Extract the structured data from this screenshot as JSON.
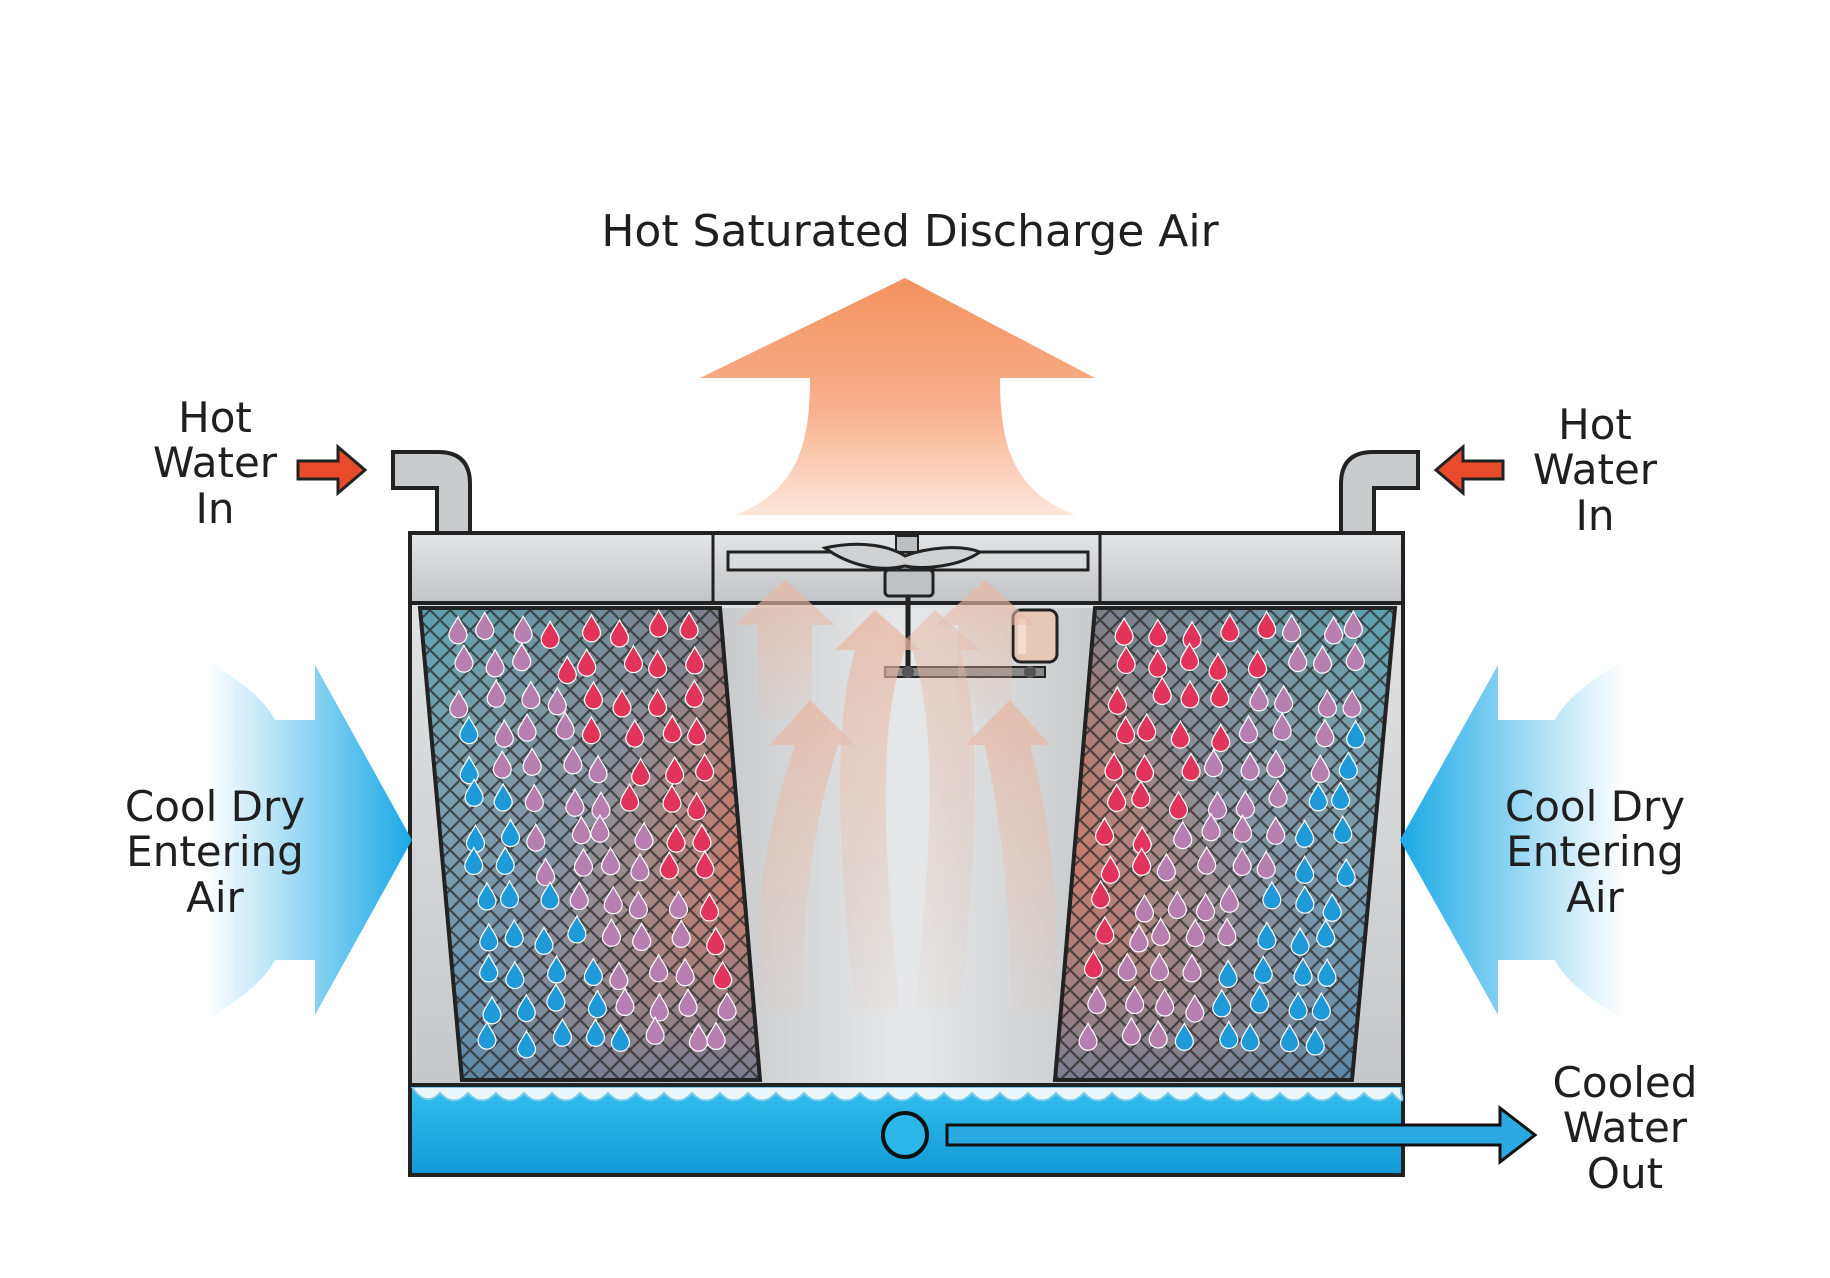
{
  "labels": {
    "discharge": "Hot Saturated Discharge Air",
    "hot_water_left": [
      "Hot",
      "Water",
      "In"
    ],
    "hot_water_right": [
      "Hot",
      "Water",
      "In"
    ],
    "cool_air_left": [
      "Cool Dry",
      "Entering",
      "Air"
    ],
    "cool_air_right": [
      "Cool Dry",
      "Entering",
      "Air"
    ],
    "cooled_water": [
      "Cooled",
      "Water",
      "Out"
    ]
  },
  "colors": {
    "hot_water_arrow": "#e84b2c",
    "discharge_air": "#f4966a",
    "cool_air": "#29b6e8",
    "basin_water": "#1fb0e6",
    "drop_hot": "#e2335a",
    "drop_warm": "#b77eb0",
    "drop_cool": "#1f9ad8",
    "casing": "#c8cbcd"
  },
  "icons": {
    "fan": "fan-icon",
    "motor": "motor-icon",
    "pump_outlet": "outlet-circle-icon"
  }
}
